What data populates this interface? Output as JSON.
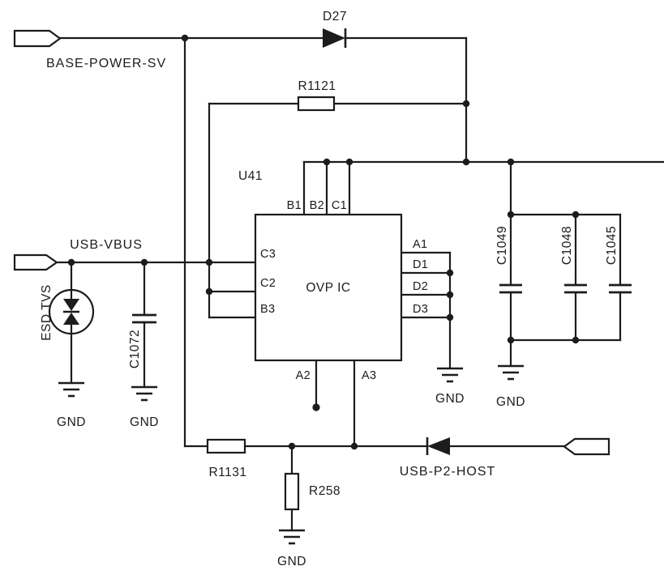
{
  "colors": {
    "ink": "#1c1c1c",
    "bg": "#ffffff"
  },
  "labels": {
    "base_power": "BASE-POWER-SV",
    "usb_vbus": "USB-VBUS",
    "usb_p2_host": "USB-P2-HOST",
    "d27": "D27",
    "r1121": "R1121",
    "r1131": "R1131",
    "r258": "R258",
    "c1072": "C1072",
    "c1049": "C1049",
    "c1048": "C1048",
    "c1045": "C1045",
    "esd_tvs": "ESD TVS",
    "u41": "U41",
    "ovp_ic": "OVP IC",
    "gnd": "GND"
  },
  "pins": {
    "b1": "B1",
    "b2": "B2",
    "c1": "C1",
    "c3": "C3",
    "c2": "C2",
    "b3": "B3",
    "a1": "A1",
    "d1": "D1",
    "d2": "D2",
    "d3": "D3",
    "a2": "A2",
    "a3": "A3"
  }
}
